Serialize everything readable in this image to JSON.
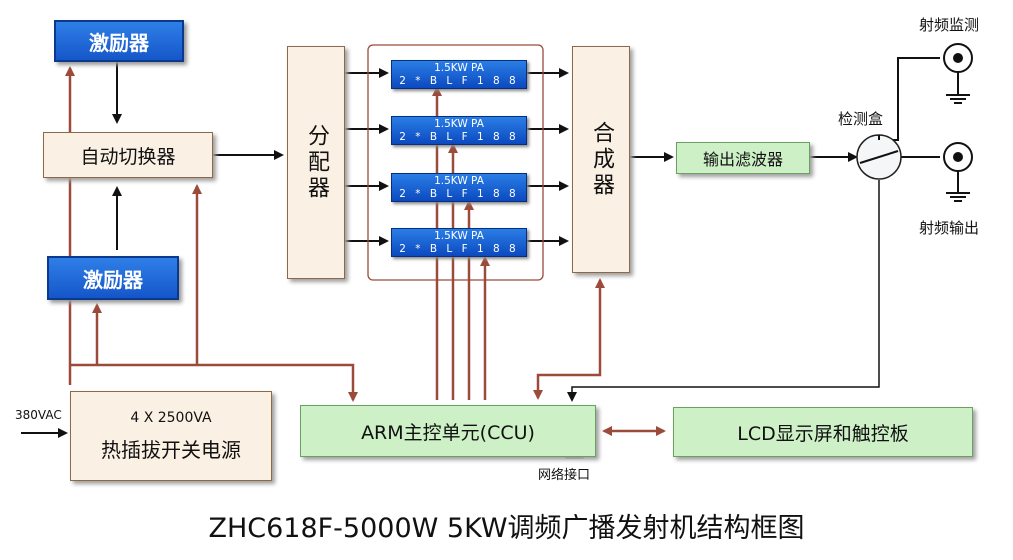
{
  "exciter_top": "激励器",
  "exciter_bottom": "激励器",
  "auto_switcher": "自动切换器",
  "splitter": "分配器",
  "combiner": "合成器",
  "pa_modules": [
    {
      "line1": "1.5KW PA",
      "line2": "2 * B L F 1 8 8"
    },
    {
      "line1": "1.5KW PA",
      "line2": "2 * B L F 1 8 8"
    },
    {
      "line1": "1.5KW PA",
      "line2": "2 * B L F 1 8 8"
    },
    {
      "line1": "1.5KW PA",
      "line2": "2 * B L F 1 8 8"
    }
  ],
  "output_filter": "输出滤波器",
  "detector_box": "检测盒",
  "rf_monitor": "射频监测",
  "rf_output": "射频输出",
  "power_supply": {
    "line1": "4 X 2500VA",
    "line2": "热插拔开关电源",
    "input": "380VAC"
  },
  "ccu": "ARM主控单元(CCU)",
  "network_port": "网络接口",
  "lcd_panel": "LCD显示屏和触控板",
  "caption": "ZHC618F-5000W 5KW调频广播发射机结构框图",
  "colors": {
    "accent_blue": "#1556c9",
    "line_red": "#9c4a3a",
    "line_black": "#111111",
    "panel_green": "#cdf0c6",
    "panel_beige": "#fbf0e4"
  }
}
